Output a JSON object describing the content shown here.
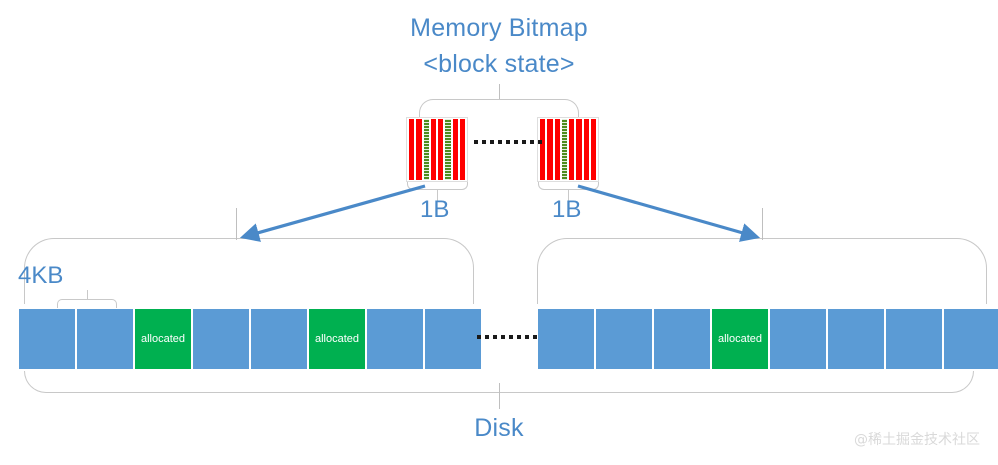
{
  "diagram": {
    "title_line1": "Memory Bitmap",
    "title_line2": "<block state>",
    "bottom_label": "Disk",
    "accent_color": "#4A89C8",
    "bitmap_bit_set_color": "#FF0000",
    "bitmap_bit_clear_color": "#4E8C1F",
    "disk_free_color": "#5B9BD5",
    "disk_allocated_color": "#00B050"
  },
  "bitmap": {
    "byte_label_left": "1B",
    "byte_label_right": "1B",
    "ellipsis_dots": 9,
    "bytes": [
      {
        "name": "left-byte",
        "bits": [
          "red",
          "red",
          "green",
          "red",
          "red",
          "green",
          "red",
          "red"
        ]
      },
      {
        "name": "right-byte",
        "bits": [
          "red",
          "red",
          "red",
          "green",
          "red",
          "red",
          "red",
          "red"
        ]
      }
    ]
  },
  "disk": {
    "block_size_label": "4KB",
    "allocated_text": "allocated",
    "ellipsis_dots": 9,
    "left_blocks": [
      {
        "state": "free",
        "label": ""
      },
      {
        "state": "free",
        "label": ""
      },
      {
        "state": "allocated",
        "label": "allocated"
      },
      {
        "state": "free",
        "label": ""
      },
      {
        "state": "free",
        "label": ""
      },
      {
        "state": "allocated",
        "label": "allocated"
      },
      {
        "state": "free",
        "label": ""
      },
      {
        "state": "free",
        "label": ""
      }
    ],
    "right_blocks": [
      {
        "state": "free",
        "label": ""
      },
      {
        "state": "free",
        "label": ""
      },
      {
        "state": "free",
        "label": ""
      },
      {
        "state": "allocated",
        "label": "allocated"
      },
      {
        "state": "free",
        "label": ""
      },
      {
        "state": "free",
        "label": ""
      },
      {
        "state": "free",
        "label": ""
      },
      {
        "state": "free",
        "label": ""
      }
    ]
  },
  "watermark": {
    "text": "@稀土掘金技术社区"
  }
}
